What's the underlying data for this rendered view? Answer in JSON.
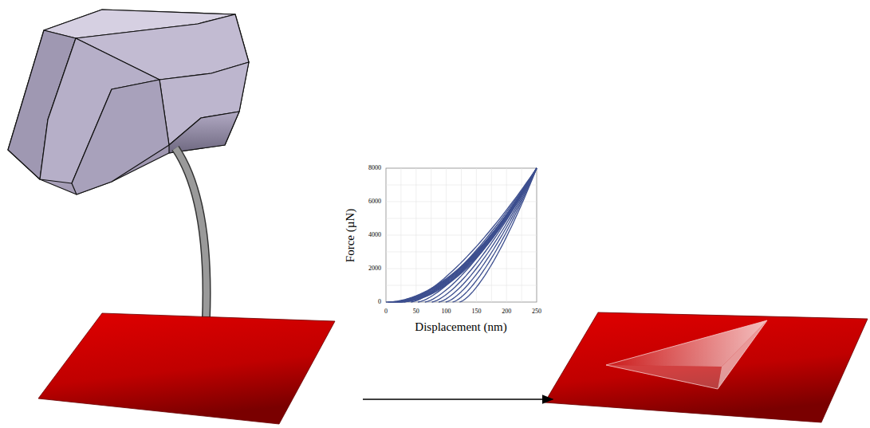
{
  "diagram": {
    "labels": [
      "Force (µN)",
      "Displacement (nm)",
      "8000",
      "6000",
      "4000",
      "2000",
      "0",
      "0",
      "50",
      "100",
      "150",
      "200",
      "250"
    ]
  }
}
